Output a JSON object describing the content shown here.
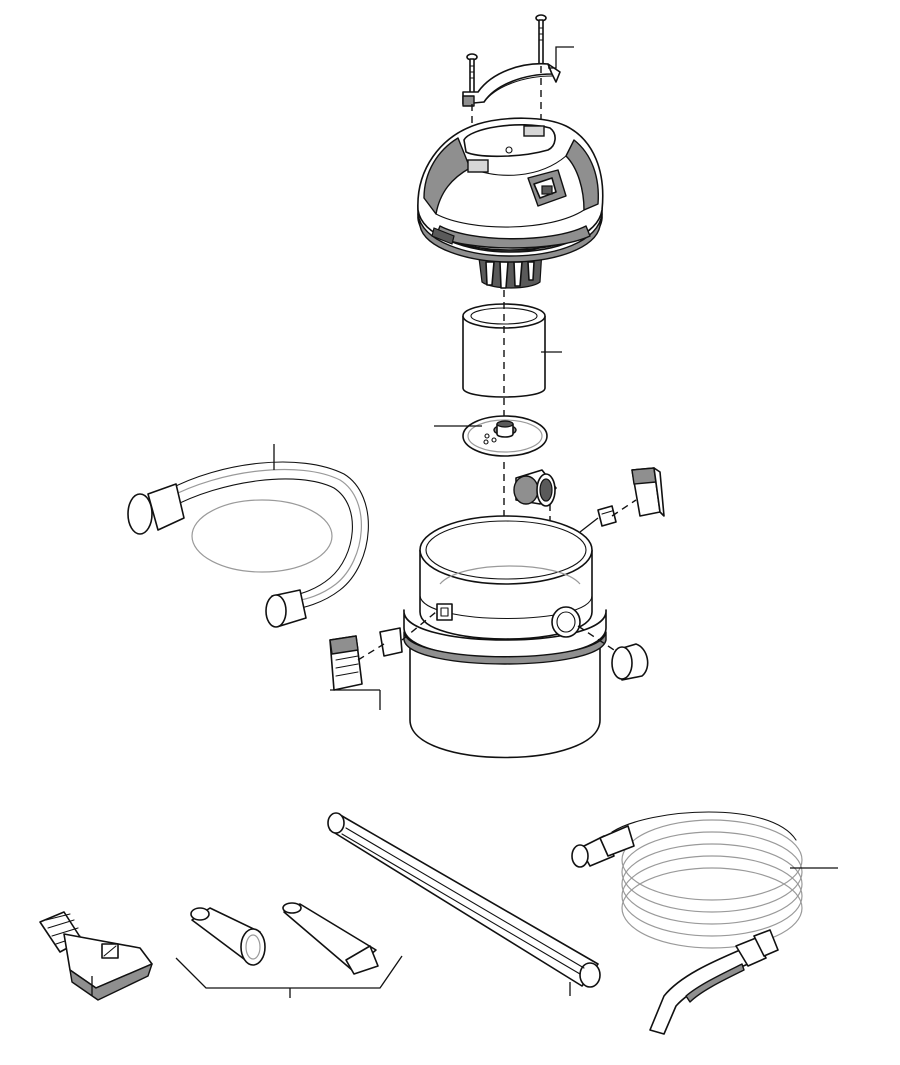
{
  "diagram": {
    "type": "exploded-parts-view",
    "line_color": "#111111",
    "shade_color": "#8f8f8f",
    "background": "#ffffff",
    "parts": [
      "mounting-bracket",
      "screws",
      "motor-head",
      "cartridge-filter",
      "filter-disc",
      "inlet-adapter",
      "drain-cap",
      "latch-right",
      "latch-left",
      "canister-tank",
      "hose-short",
      "hose-long",
      "floor-nozzle",
      "crevice-tools",
      "extension-wand"
    ]
  }
}
